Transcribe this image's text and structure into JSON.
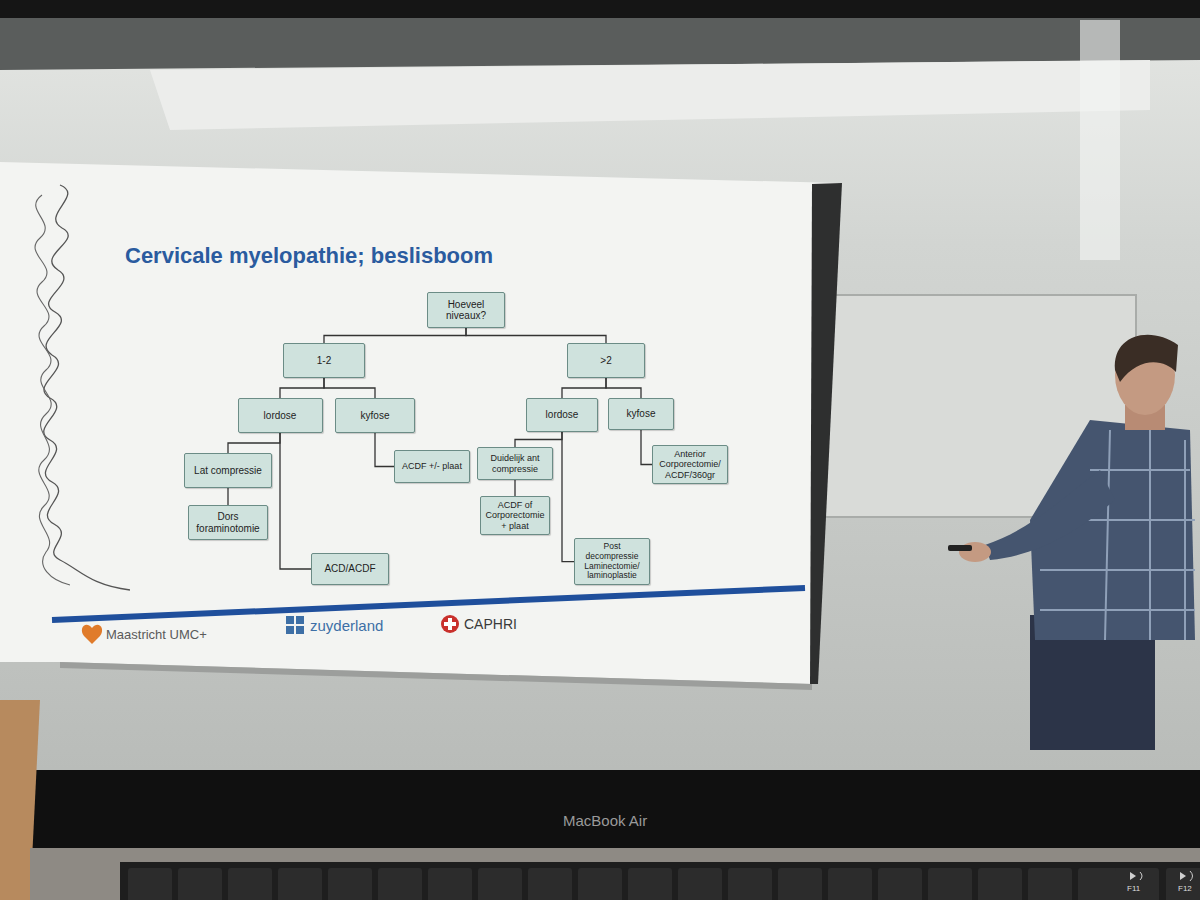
{
  "diagram": {
    "title": "Cervicale myelopathie; beslisboom",
    "nodes": [
      {
        "text": [
          "Hoeveel niveaux?"
        ]
      },
      {
        "text": [
          "1-2"
        ]
      },
      {
        "text": [
          ">2"
        ]
      },
      {
        "text": [
          "lordose"
        ]
      },
      {
        "text": [
          "kyfose"
        ]
      },
      {
        "text": [
          "lordose"
        ]
      },
      {
        "text": [
          "kyfose"
        ]
      },
      {
        "text": [
          "Lat compressie"
        ]
      },
      {
        "text": [
          "ACDF +/- plaat"
        ]
      },
      {
        "text": [
          "Duidelijk ant compressie"
        ]
      },
      {
        "text": [
          "Anterior Corporectomie/ ACDF/360gr"
        ]
      },
      {
        "text": [
          "Dors foraminotomie"
        ]
      },
      {
        "text": [
          "ACDF of Corporectomie + plaat"
        ]
      },
      {
        "text": [
          "Post decompressie Laminectomie/ laminoplastie"
        ]
      },
      {
        "text": [
          "ACD/ACDF"
        ]
      }
    ],
    "edges": [
      {
        "from": 0,
        "to": 1,
        "arrow": "none"
      },
      {
        "from": 0,
        "to": 2,
        "arrow": "none"
      },
      {
        "from": 1,
        "to": 3,
        "arrow": "none"
      },
      {
        "from": 1,
        "to": 4,
        "arrow": "none"
      },
      {
        "from": 2,
        "to": 5,
        "arrow": "none"
      },
      {
        "from": 2,
        "to": 6,
        "arrow": "none"
      },
      {
        "from": 3,
        "to": 7,
        "arrow": "none"
      },
      {
        "from": 3,
        "to": 14,
        "arrow": "none"
      },
      {
        "from": 4,
        "to": 8,
        "arrow": "none"
      },
      {
        "from": 5,
        "to": 9,
        "arrow": "none"
      },
      {
        "from": 5,
        "to": 13,
        "arrow": "none"
      },
      {
        "from": 6,
        "to": 10,
        "arrow": "none"
      },
      {
        "from": 7,
        "to": 11,
        "arrow": "none"
      },
      {
        "from": 9,
        "to": 12,
        "arrow": "none"
      }
    ],
    "labels": [
      "Maastricht UMC+",
      "zuyderland",
      "CAPHRI",
      "MacBook Air",
      "F11",
      "F12"
    ]
  }
}
